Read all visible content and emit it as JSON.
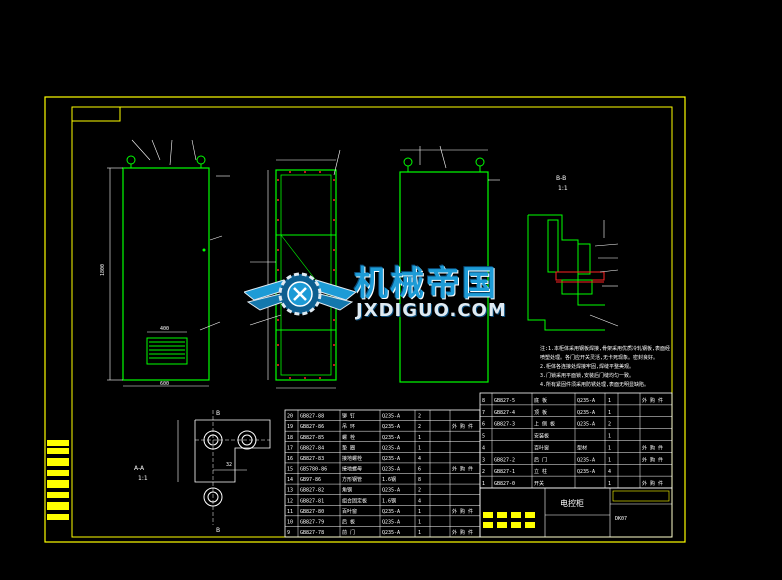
{
  "watermark": {
    "chinese": "机械帝国",
    "latin": "JXDIGUO.COM"
  },
  "title_block": {
    "drawing_name": "电控柜",
    "drawing_number": "DK07"
  },
  "views": {
    "section_bb": "B-B",
    "section_aa": "A-A",
    "scale": "1:1",
    "label_b": "B"
  },
  "dimensions": {
    "width_front": "600",
    "height_front": "1800",
    "panel_width": "400",
    "hole_spacing": "32"
  },
  "parts_left": [
    [
      "20",
      "GB827-88",
      "铆 钉",
      "Q235-A",
      "2",
      ""
    ],
    [
      "19",
      "GB827-86",
      "吊 环",
      "Q235-A",
      "2",
      "外 购 件"
    ],
    [
      "18",
      "GB827-85",
      "螺 栓",
      "Q235-A",
      "1",
      ""
    ],
    [
      "17",
      "GB827-84",
      "垫 圈",
      "Q235-A",
      "1",
      ""
    ],
    [
      "16",
      "GB827-83",
      "接地螺栓",
      "Q235-A",
      "4",
      ""
    ],
    [
      "15",
      "GB5780-86",
      "接地螺母",
      "Q235-A",
      "6",
      "外 购 件"
    ],
    [
      "14",
      "GB97-86",
      "方形钢管",
      "1.6钢",
      "8",
      ""
    ],
    [
      "13",
      "GB827-82",
      "角钢",
      "Q235-A",
      "2",
      ""
    ],
    [
      "12",
      "GB827-81",
      "组合固定板",
      "1.6钢",
      "4",
      ""
    ],
    [
      "11",
      "GB827-80",
      "百叶窗",
      "Q235-A",
      "1",
      "外 购 件"
    ],
    [
      "10",
      "GB827-79",
      "后 板",
      "Q235-A",
      "1",
      ""
    ],
    [
      "9",
      "GB827-78",
      "前 门",
      "Q235-A",
      "1",
      "外 购 件"
    ]
  ],
  "parts_right": [
    [
      "8",
      "GB827-5",
      "底 板",
      "Q235-A",
      "1",
      "外 购 件"
    ],
    [
      "7",
      "GB827-4",
      "顶 板",
      "Q235-A",
      "1",
      ""
    ],
    [
      "6",
      "GB827-3",
      "上 侧 板",
      "Q235-A",
      "2",
      ""
    ],
    [
      "5",
      "",
      "安装板",
      "",
      "1",
      ""
    ],
    [
      "4",
      "",
      "百叶窗",
      "型材",
      "1",
      "外 购 件"
    ],
    [
      "3",
      "GB827-2",
      "后 门",
      "Q235-A",
      "1",
      "外 购 件"
    ],
    [
      "2",
      "GB827-1",
      "立 柱",
      "Q235-A",
      "4",
      ""
    ],
    [
      "1",
      "GB827-0",
      "开关",
      "",
      "1",
      "外 购 件"
    ]
  ],
  "notes": [
    "注:1.本柜体采用钢板焊接,骨架采用优质冷轧钢板,表面经",
    "   喷塑处理。各门应开关灵活,无卡死现象。密封良好。",
    "   2.柜体各连接处焊接牢固,焊缝平整美观。",
    "   3.门锁采用平面锁,安装后门缝均匀一致。",
    "   4.所有紧固件须采用防锈处理,表面无明显缺陷。"
  ],
  "colors": {
    "frame": "#ffff00",
    "body": "#00ff00",
    "dim": "#ffffff",
    "accent": "#ff2222",
    "watermark": "#1d9bd6"
  }
}
